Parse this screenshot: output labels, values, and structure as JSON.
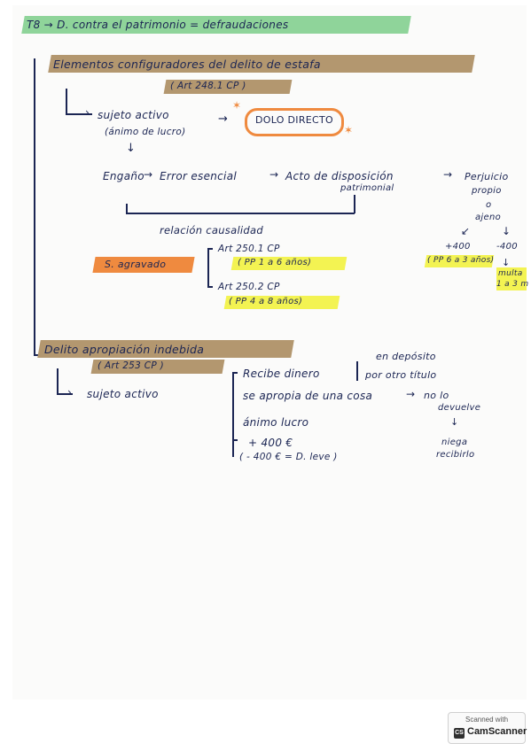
{
  "title": "T8 → D. contra el patrimonio = defraudaciones",
  "section1": {
    "heading": "Elementos configuradores del delito de estafa",
    "article": "( Art 248.1 CP )",
    "sujeto_activo": "sujeto activo",
    "animo": "(ánimo de lucro)",
    "dolo": "DOLO DIRECTO",
    "chain": {
      "engano": "Engaño",
      "error": "Error esencial",
      "acto": "Acto de disposición",
      "patrimonial": "patrimonial",
      "perjuicio": "Perjuicio",
      "propio": "propio",
      "o": "o",
      "ajeno": "ajeno"
    },
    "relacion": "relación causalidad",
    "agravado": "S. agravado",
    "art250_1": "Art 250.1 CP",
    "pena1": "( PP 1 a 6 años)",
    "art250_2": "Art 250.2 CP",
    "pena2": "( PP 4 a 8 años)",
    "mas400": "+400",
    "menos400": "-400",
    "pena_mas": "( PP 6 a 3 años)",
    "multa": "multa",
    "meses": "1 a 3 m"
  },
  "section2": {
    "heading": "Delito apropiación indebida",
    "article": "( Art 253 CP )",
    "sujeto_activo": "sujeto activo",
    "recibe": "Recibe dinero",
    "deposito": "en depósito",
    "otro_titulo": "por otro título",
    "apropia": "se apropia de una cosa",
    "no_devuelve_1": "no lo",
    "no_devuelve_2": "devuelve",
    "animo": "ánimo lucro",
    "mas400e": "+ 400 €",
    "menos400e": "( - 400 € = D. leve )",
    "niega_1": "niega",
    "niega_2": "recibirlo"
  },
  "badge": {
    "scanned": "Scanned with",
    "camscanner": "CamScanner",
    "logo": "CS"
  }
}
